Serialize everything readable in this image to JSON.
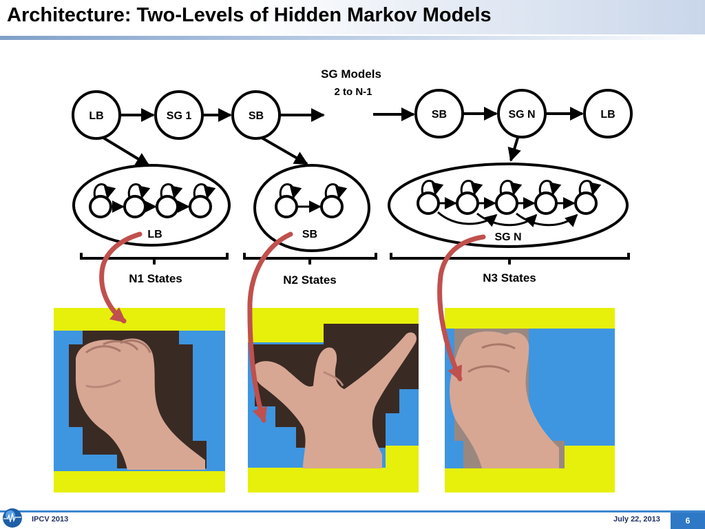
{
  "slide": {
    "title": "Architecture: Two-Levels of Hidden Markov Models"
  },
  "top_level": {
    "nodes": [
      "LB",
      "SG 1",
      "SB",
      "SB",
      "SG N",
      "LB"
    ],
    "models_label_1": "SG Models",
    "models_label_2": "2 to N-1"
  },
  "sub_models": [
    {
      "label": "LB",
      "range": "N1 States"
    },
    {
      "label": "SB",
      "range": "N2 States"
    },
    {
      "label": "SG N",
      "range": "N3 States"
    }
  ],
  "photos": [
    "hand-fist",
    "hand-thumb-pinky",
    "hand-thumb-tucked"
  ],
  "footer": {
    "left": "IPCV 2013",
    "date": "July 22, 2013",
    "page": "6"
  },
  "colors": {
    "stroke": "#000000",
    "arrow_red": "#c0504d",
    "yellow": "#e6f00a",
    "blue": "#3e95e0",
    "footer_blue": "#2f78c6"
  }
}
